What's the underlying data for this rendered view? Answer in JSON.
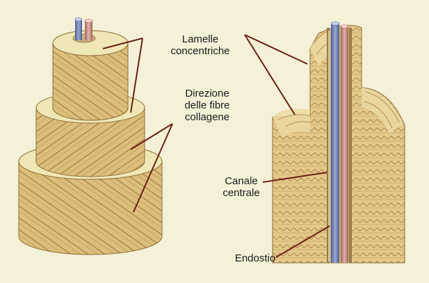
{
  "labels": {
    "lamelle": "Lamelle\nconcentriche",
    "direzione": "Direzione\ndelle fibre\ncollagene",
    "canale": "Canale\ncentrale",
    "endostio": "Endostio"
  },
  "colors": {
    "background": "#f4f1d8",
    "bone_light": "#e8d39a",
    "bone_mid": "#d2b06a",
    "bone_dark": "#a98446",
    "ring_top": "#efe8b6",
    "vessel_blue": "#6d7fb3",
    "vessel_red": "#c98a80",
    "leader_line": "#6b1f16"
  }
}
